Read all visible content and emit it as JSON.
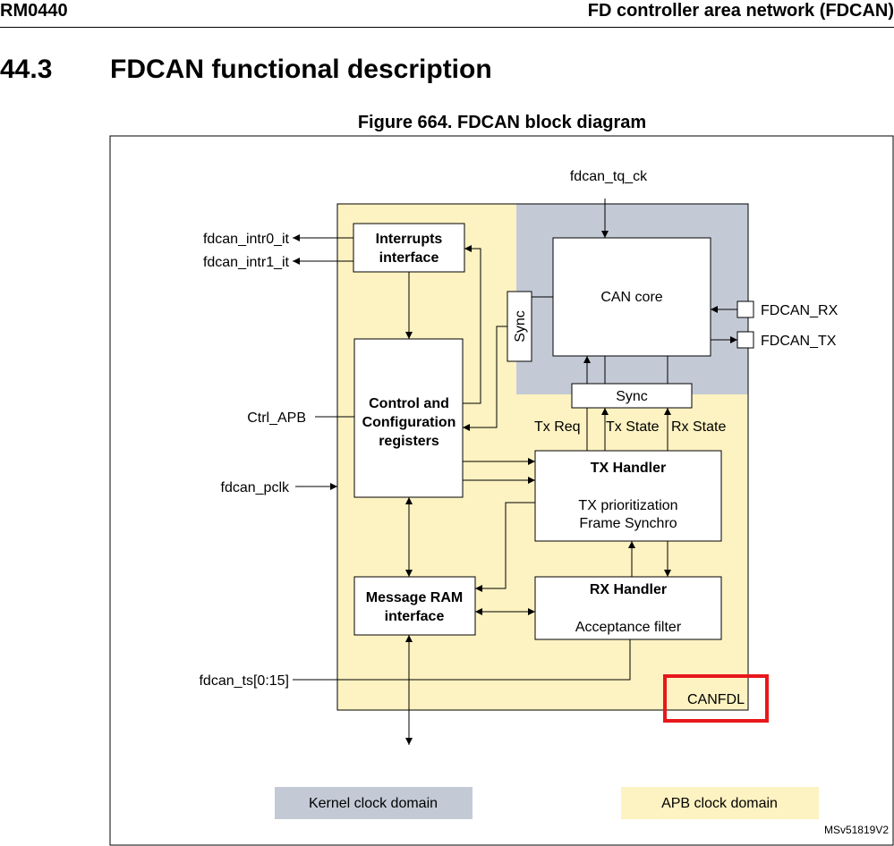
{
  "header": {
    "doc_id": "RM0440",
    "chapter": "FD controller area network (FDCAN)"
  },
  "section": {
    "number": "44.3",
    "title": "FDCAN functional description"
  },
  "figure": {
    "title": "Figure 664. FDCAN block diagram",
    "ref": "MSv51819V2"
  },
  "colors": {
    "kernel_domain": "#c3cad6",
    "apb_domain": "#fdf2c1",
    "highlight": "#e8171b"
  },
  "blocks": {
    "interrupts": [
      "Interrupts",
      "interface"
    ],
    "control": [
      "Control and",
      "Configuration",
      "registers"
    ],
    "msg_ram": [
      "Message RAM",
      "interface"
    ],
    "can_core": "CAN core",
    "sync_vertical": "Sync",
    "sync_horizontal": "Sync",
    "tx_handler": {
      "title": "TX Handler",
      "lines": [
        "TX prioritization",
        "Frame Synchro"
      ]
    },
    "rx_handler": {
      "title": "RX Handler",
      "lines": [
        "Acceptance filter"
      ]
    },
    "canfdl": "CANFDL"
  },
  "signals": {
    "tq_ck": "fdcan_tq_ck",
    "intr0": "fdcan_intr0_it",
    "intr1": "fdcan_intr1_it",
    "ctrl_apb": "Ctrl_APB",
    "pclk": "fdcan_pclk",
    "ts": "fdcan_ts[0:15]",
    "rx_pin": "FDCAN_RX",
    "tx_pin": "FDCAN_TX",
    "tx_req": "Tx Req",
    "tx_state": "Tx State",
    "rx_state": "Rx State"
  },
  "legend": {
    "kernel": "Kernel clock domain",
    "apb": "APB clock domain"
  }
}
